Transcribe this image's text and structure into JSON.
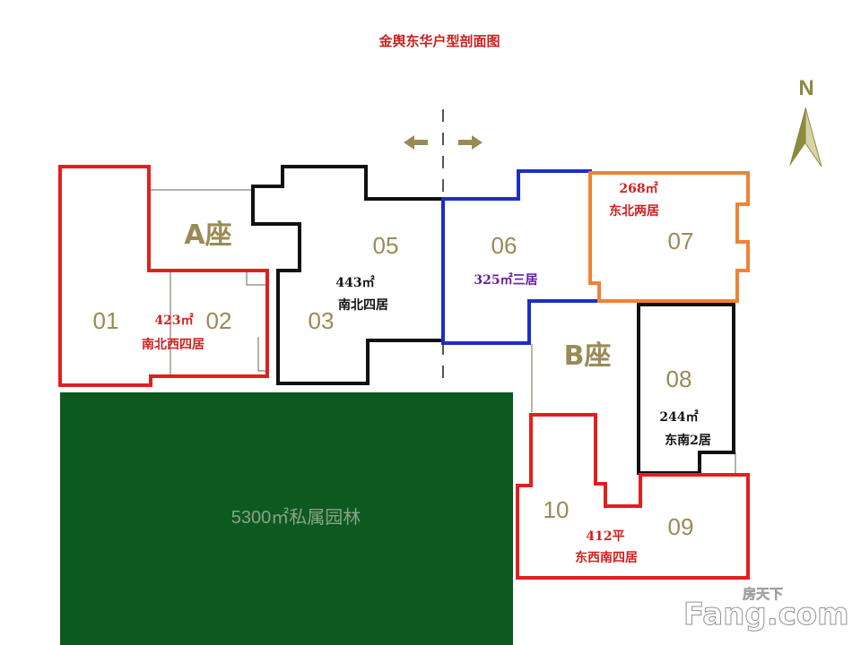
{
  "title": "金舆东华户型剖面图",
  "compass": {
    "label": "N"
  },
  "buildings": {
    "a": "A座",
    "b": "B座"
  },
  "units": {
    "u01": "01",
    "u02": "02",
    "u03": "03",
    "u05": "05",
    "u06": "06",
    "u07": "07",
    "u08": "08",
    "u09": "09",
    "u10": "10"
  },
  "labels": {
    "l423_area": "423㎡",
    "l423_type": "南北西四居",
    "l443_area": "443㎡",
    "l443_type": "南北四居",
    "l325": "325㎡三居",
    "l268_area": "268㎡",
    "l268_type": "东北两居",
    "l244_area": "244㎡",
    "l244_type": "东南2居",
    "l412_area": "412平",
    "l412_type": "东西南四居"
  },
  "garden": "5300㎡私属园林",
  "watermark": {
    "top": "房天下",
    "main": "Fang.com"
  },
  "colors": {
    "title": "#cc1f1f",
    "red": "#e0201e",
    "black": "#111111",
    "blue": "#1c2fc0",
    "orange": "#ef8235",
    "gold": "#9a8a56",
    "garden_fill": "#0d5a20",
    "garden_text": "#8aa28a",
    "label_red": "#d41e1e",
    "label_purple": "#6a1b9a",
    "compass": "#8c8a3e"
  }
}
